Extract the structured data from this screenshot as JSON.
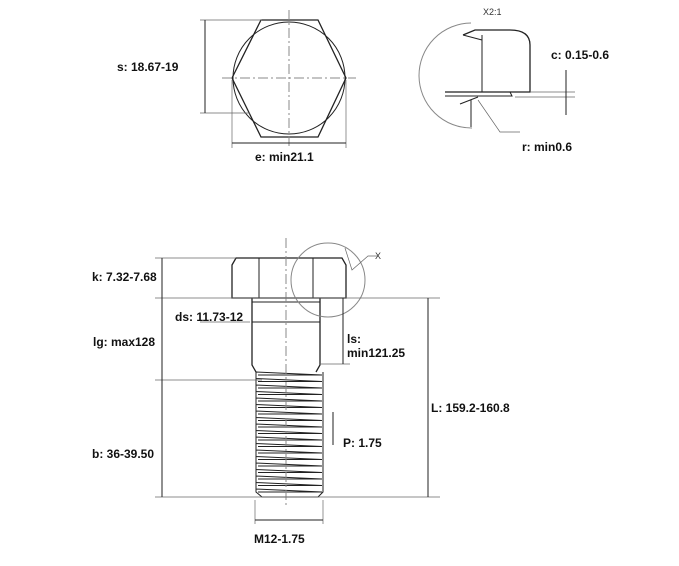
{
  "labels": {
    "s": "s: 18.67-19",
    "e": "e: min21.1",
    "detail_scale": "X2:1",
    "c": "c: 0.15-0.6",
    "r": "r: min0.6",
    "detail_marker": "X",
    "k": "k: 7.32-7.68",
    "ds": "ds: 11.73-12",
    "lg": "lg: max128",
    "ls_1": "ls:",
    "ls_2": "min121.25",
    "L": "L: 159.2-160.8",
    "P": "P: 1.75",
    "b": "b: 36-39.50",
    "thread": "M12-1.75"
  }
}
